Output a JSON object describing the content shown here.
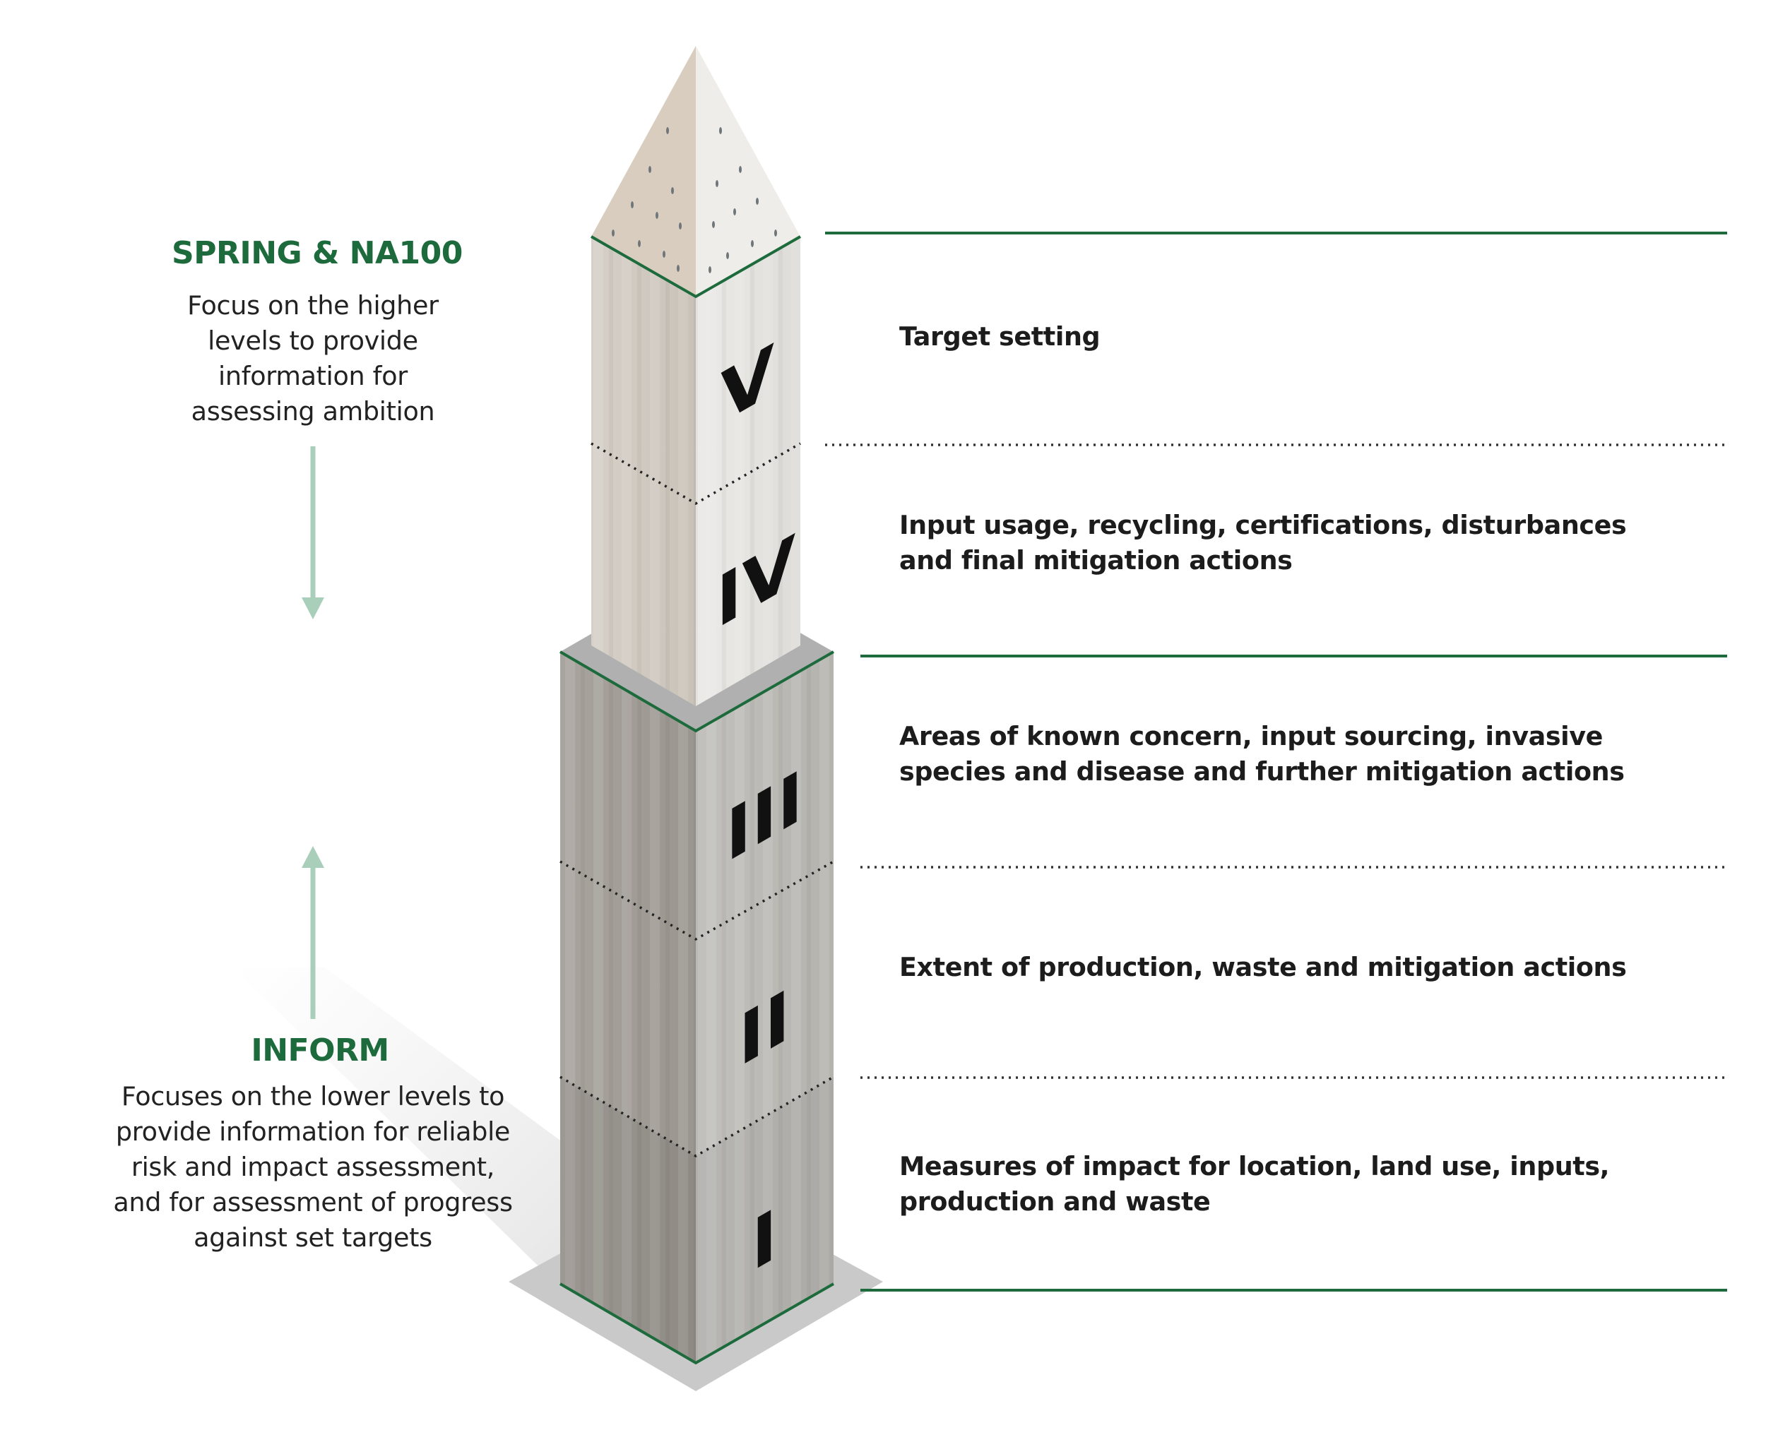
{
  "left_panel": {
    "top": {
      "title": "SPRING & NA100",
      "text": "Focus on the higher\nlevels to provide\ninformation for\nassessing ambition"
    },
    "bottom": {
      "title": "INFORM",
      "text": "Focuses on the lower levels to\nprovide information for reliable\nrisk and impact assessment,\nand for assessment of progress\nagainst set targets"
    }
  },
  "levels": [
    {
      "numeral": "V",
      "description": "Target setting"
    },
    {
      "numeral": "IV",
      "description": "Input usage, recycling, certifications, disturbances\nand final mitigation actions"
    },
    {
      "numeral": "III",
      "description": "Areas of known concern, input sourcing, invasive\nspecies and disease and further mitigation actions"
    },
    {
      "numeral": "II",
      "description": "Extent of production, waste and mitigation actions"
    },
    {
      "numeral": "I",
      "description": "Measures of impact for location, land use, inputs,\nproduction and waste"
    }
  ],
  "colors": {
    "accent_green": "#1d6b3c",
    "arrow_green": "#a9cfbb",
    "text_dark": "#1c1c1c"
  }
}
